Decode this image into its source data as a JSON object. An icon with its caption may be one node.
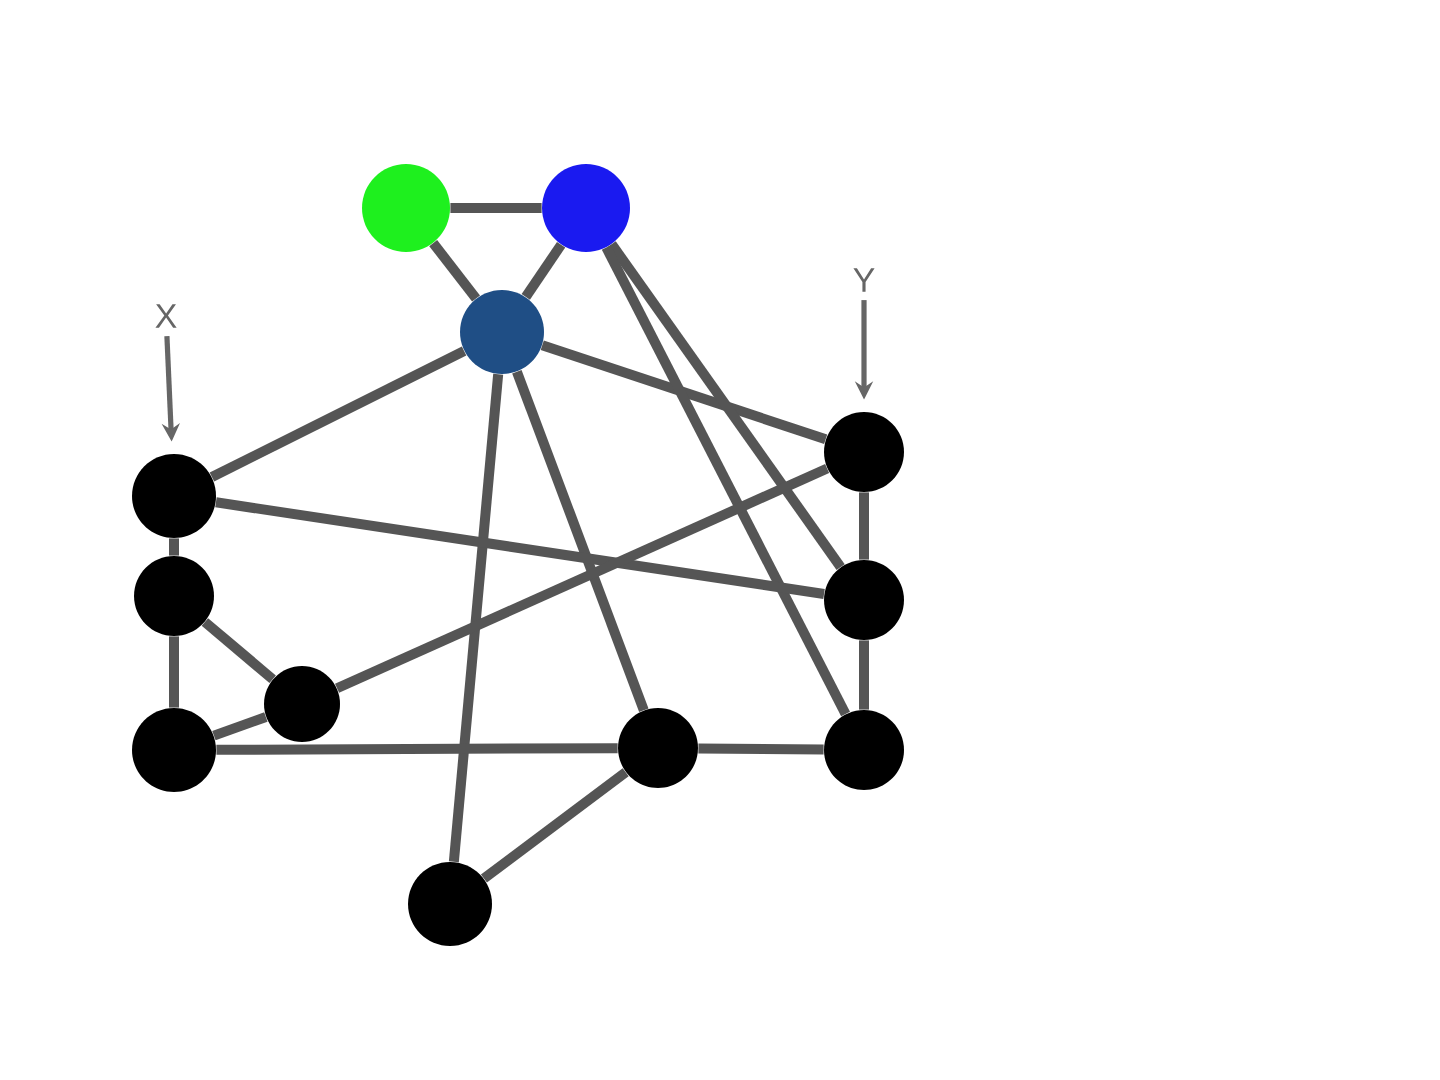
{
  "diagram": {
    "nodes": [
      {
        "text": [],
        "shape": "circle"
      },
      {
        "text": [],
        "shape": "circle"
      },
      {
        "text": [
          "X"
        ]
      },
      {
        "text": [
          "Y"
        ]
      },
      {
        "text": [],
        "shape": "circle"
      },
      {
        "text": [],
        "shape": "circle"
      },
      {
        "text": [],
        "shape": "circle"
      },
      {
        "text": [],
        "shape": "circle"
      },
      {
        "text": [],
        "shape": "circle"
      },
      {
        "text": [],
        "shape": "circle"
      },
      {
        "text": [],
        "shape": "circle"
      },
      {
        "text": [],
        "shape": "circle"
      },
      {
        "text": [],
        "shape": "circle"
      },
      {
        "text": [],
        "shape": "circle"
      }
    ],
    "edges": [
      {
        "from": 0,
        "to": 1,
        "arrow": "none"
      },
      {
        "from": 0,
        "to": 4,
        "arrow": "none"
      },
      {
        "from": 1,
        "to": 4,
        "arrow": "none"
      },
      {
        "from": 2,
        "to": 5,
        "arrow": "to"
      },
      {
        "from": 3,
        "to": 6,
        "arrow": "to"
      },
      {
        "from": 4,
        "to": 5,
        "arrow": "none"
      },
      {
        "from": 4,
        "to": 6,
        "arrow": "none"
      },
      {
        "from": 4,
        "to": 11,
        "arrow": "none"
      },
      {
        "from": 4,
        "to": 13,
        "arrow": "none"
      },
      {
        "from": 1,
        "to": 8,
        "arrow": "none"
      },
      {
        "from": 1,
        "to": 12,
        "arrow": "none"
      },
      {
        "from": 5,
        "to": 7,
        "arrow": "none"
      },
      {
        "from": 5,
        "to": 8,
        "arrow": "none"
      },
      {
        "from": 7,
        "to": 10,
        "arrow": "none"
      },
      {
        "from": 7,
        "to": 9,
        "arrow": "none"
      },
      {
        "from": 9,
        "to": 10,
        "arrow": "none"
      },
      {
        "from": 9,
        "to": 6,
        "arrow": "none"
      },
      {
        "from": 10,
        "to": 11,
        "arrow": "none"
      },
      {
        "from": 11,
        "to": 12,
        "arrow": "none"
      },
      {
        "from": 11,
        "to": 13,
        "arrow": "none"
      },
      {
        "from": 6,
        "to": 8,
        "arrow": "none"
      },
      {
        "from": 8,
        "to": 12,
        "arrow": "none"
      }
    ]
  }
}
